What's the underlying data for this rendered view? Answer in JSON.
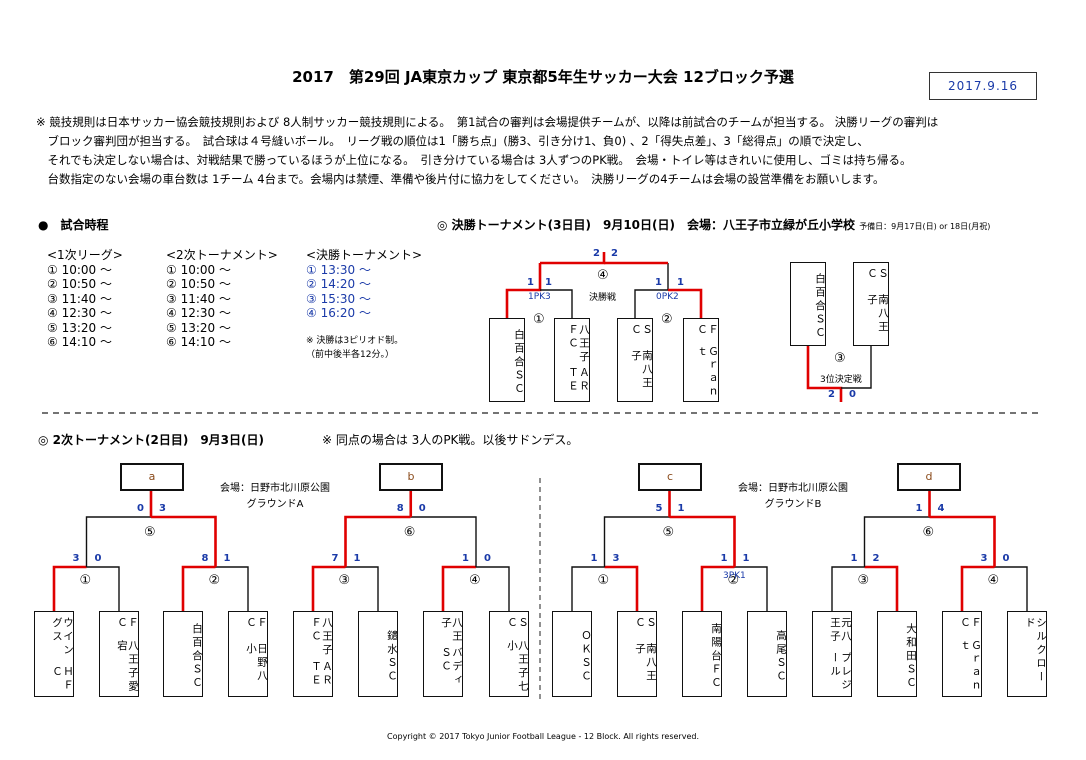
{
  "header": {
    "title": "2017　第29回 JA東京カップ 東京都5年生サッカー大会 12ブロック予選",
    "date": "2017.9.16"
  },
  "rules": [
    "※ 競技規則は日本サッカー協会競技規則および 8人制サッカー競技規則による。　第1試合の審判は会場提供チームが、以降は前試合のチームが担当する。 決勝リーグの審判は",
    "　ブロック審判団が担当する。　試合球は４号縫いボール。　リーグ戦の順位は1「勝ち点」(勝3、引き分け1、負0) 、2「得失点差」、3「総得点」の順で決定し、",
    "　それでも決定しない場合は、対戦結果で勝っているほうが上位になる。　引き分けている場合は 3人ずつのPK戦。　会場・トイレ等はきれいに使用し、ゴミは持ち帰る。",
    "　台数指定のない会場の車台数は 1チーム 4台まで。会場内は禁煙、準備や後片付に協力をしてください。　決勝リーグの4チームは会場の設営準備をお願いします。"
  ],
  "schedule": {
    "heading": "●　試合時程",
    "col1": {
      "title": "<1次リーグ>",
      "times": [
        "① 10:00 ～",
        "② 10:50 ～",
        "③ 11:40 ～",
        "④ 12:30 ～",
        "⑤ 13:20 ～",
        "⑥ 14:10 ～"
      ]
    },
    "col2": {
      "title": "<2次トーナメント>",
      "times": [
        "① 10:00 ～",
        "② 10:50 ～",
        "③ 11:40 ～",
        "④ 12:30 ～",
        "⑤ 13:20 ～",
        "⑥ 14:10 ～"
      ]
    },
    "col3": {
      "title": "<決勝トーナメント>",
      "times": [
        "① 13:30 ～",
        "② 14:20 ～",
        "③ 15:30 ～",
        "④ 16:20 ～"
      ]
    },
    "note1": "※ 決勝は3ピリオド制。",
    "note2": "（前中後半各12分。）"
  },
  "final": {
    "heading": "◎ 決勝トーナメント(3日目)　9月10日(日)　会場：八王子市立緑が丘小学校",
    "heading_small": "予備日：9月17日(日) or 18日(月祝)",
    "teams": [
      [
        "白百合ＳＣ"
      ],
      [
        "ＡＲＴＥ",
        "八王子ＦＣ"
      ],
      [
        "南八王子",
        "ＳＣ"
      ],
      [
        "Ｇｒａｎｔ",
        "ＦＣ"
      ]
    ],
    "third_teams": [
      [
        "白百合ＳＣ"
      ],
      [
        "南八王子",
        "ＳＣ"
      ]
    ],
    "m1": "①",
    "m2": "②",
    "m4": "④",
    "m4_label": "決勝戦",
    "m3": "③",
    "m3_label": "3位決定戦",
    "pk1": "1PK3",
    "pk2": "0PK2",
    "scores": {
      "f1": "2",
      "f2": "2",
      "m1l": "1",
      "m1r": "1",
      "m2l": "1",
      "m2r": "1",
      "m3l": "2",
      "m3r": "0"
    }
  },
  "second": {
    "heading": "◎ 2次トーナメント(2日目)　9月3日(日)",
    "note": "※ 同点の場合は 3人のPK戦。以後サドンデス。",
    "venue1": [
      "会場：日野市北川原公園",
      "グラウンドA"
    ],
    "venue2": [
      "会場：日野市北川原公園",
      "グラウンドB"
    ],
    "winners": [
      "a",
      "b",
      "c",
      "d"
    ],
    "matches": [
      "⑤",
      "①",
      "②",
      "⑥",
      "③",
      "④",
      "⑤",
      "①",
      "②",
      "⑥",
      "③",
      "④"
    ],
    "pk": "3PK1",
    "teams": [
      [
        [
          "ＨＦＣ",
          "ウイングス"
        ]
      ],
      [
        [
          "八王子愛宕",
          "ＦＣ"
        ]
      ],
      [
        [
          "白百合ＳＣ"
        ]
      ],
      [
        [
          "日野八小",
          "ＦＣ"
        ]
      ],
      [
        [
          "ＡＲＴＥ",
          "八王子ＦＣ"
        ]
      ],
      [
        [
          "鑓水ＳＣ"
        ]
      ],
      [
        [
          "バディＳＣ",
          "八王子"
        ]
      ],
      [
        [
          "八王子七小",
          "ＳＣ"
        ]
      ],
      [
        [
          "ＯＫＳＣ"
        ]
      ],
      [
        [
          "南八王子",
          "ＳＣ"
        ]
      ],
      [
        [
          "南陽台ＦＣ"
        ]
      ],
      [
        [
          "高尾ＳＣ"
        ]
      ],
      [
        [
          "プレジール",
          "元八王子"
        ]
      ],
      [
        [
          "大和田ＳＣ"
        ]
      ],
      [
        [
          "Ｇｒａｎｔ",
          "ＦＣ"
        ]
      ],
      [
        [
          "シルクロード"
        ]
      ]
    ],
    "scores": [
      "0",
      "3",
      "3",
      "0",
      "8",
      "1",
      "8",
      "0",
      "7",
      "1",
      "1",
      "0",
      "5",
      "1",
      "1",
      "3",
      "1",
      "1",
      "1",
      "4",
      "1",
      "2",
      "3",
      "0"
    ]
  },
  "colors": {
    "win": "#e00000",
    "line": "#111111",
    "score": "#1a3aa8",
    "winner_text": "#8a4a1a"
  },
  "copyright": "Copyright © 2017 Tokyo Junior Football League - 12 Block.  All rights reserved."
}
